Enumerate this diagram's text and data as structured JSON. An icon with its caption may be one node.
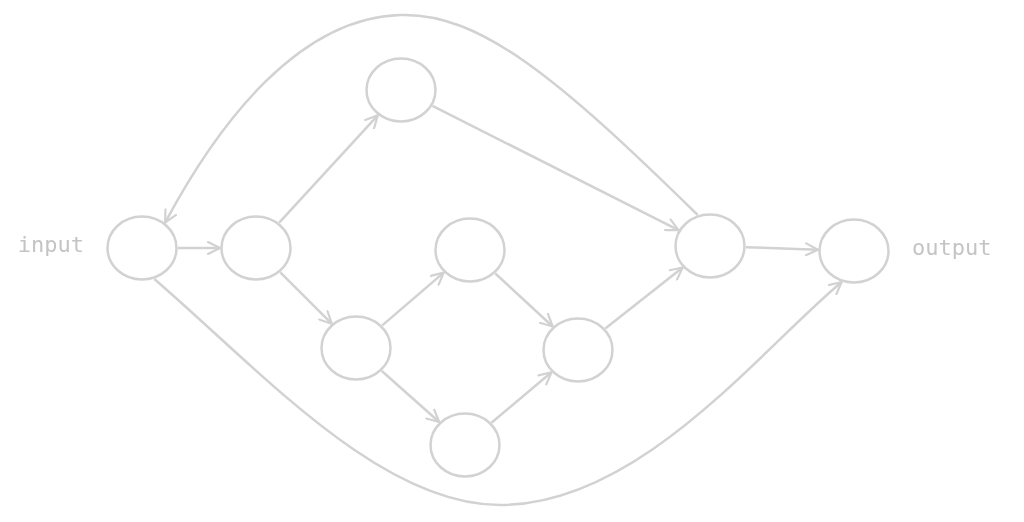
{
  "diagram": {
    "nodes": [
      {
        "text": [],
        "shape": "circle",
        "beside": [
          "input"
        ]
      },
      {
        "text": [],
        "shape": "circle"
      },
      {
        "text": [],
        "shape": "circle"
      },
      {
        "text": [],
        "shape": "circle"
      },
      {
        "text": [],
        "shape": "circle"
      },
      {
        "text": [],
        "shape": "circle"
      },
      {
        "text": [],
        "shape": "circle"
      },
      {
        "text": [],
        "shape": "circle"
      },
      {
        "text": [],
        "shape": "circle",
        "beside": [
          "output"
        ]
      }
    ],
    "edges": [
      {
        "from": 0,
        "to": 1,
        "arrow": "to"
      },
      {
        "from": 1,
        "to": 2,
        "arrow": "to"
      },
      {
        "from": 1,
        "to": 3,
        "arrow": "to"
      },
      {
        "from": 3,
        "to": 4,
        "arrow": "to"
      },
      {
        "from": 3,
        "to": 5,
        "arrow": "to"
      },
      {
        "from": 4,
        "to": 6,
        "arrow": "to"
      },
      {
        "from": 5,
        "to": 6,
        "arrow": "to"
      },
      {
        "from": 6,
        "to": 7,
        "arrow": "to"
      },
      {
        "from": 2,
        "to": 7,
        "arrow": "to"
      },
      {
        "from": 7,
        "to": 8,
        "arrow": "to"
      },
      {
        "from": 7,
        "to": 0,
        "arrow": "to"
      },
      {
        "from": 0,
        "to": 8,
        "arrow": "to"
      }
    ]
  }
}
